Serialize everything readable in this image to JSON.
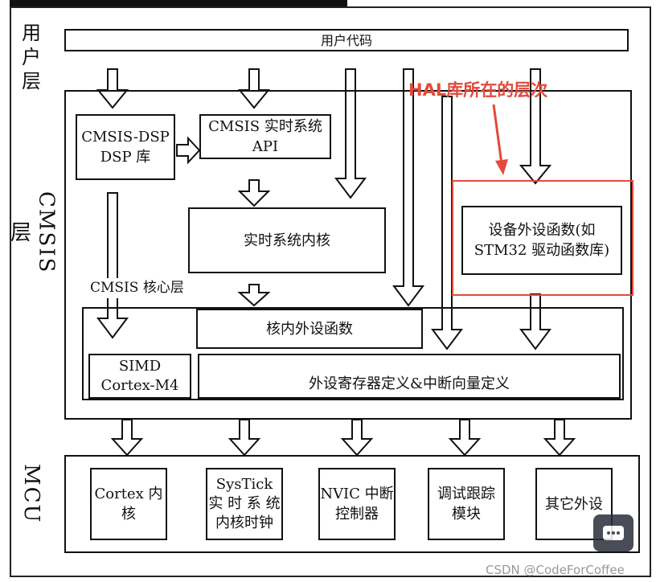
{
  "layers": {
    "user": "用户层",
    "cmsis": "CMSIS层",
    "mcu": "MCU"
  },
  "boxes": {
    "user_code": "用户代码",
    "cmsis_dsp_line1": "CMSIS-DSP",
    "cmsis_dsp_line2": "DSP 库",
    "cmsis_rtos_line1": "CMSIS 实时系统",
    "cmsis_rtos_line2": "API",
    "rtos_kernel": "实时系统内核",
    "device_periph_line1": "设备外设函数(如",
    "device_periph_line2": "STM32 驱动函数库)",
    "core_label": "CMSIS 核心层",
    "core_periph": "核内外设函数",
    "simd_line1": "SIMD",
    "simd_line2": "Cortex-M4",
    "periph_reg": "外设寄存器定义&中断向量定义"
  },
  "mcu": [
    {
      "line1": "Cortex 内",
      "line2": "核",
      "line3": ""
    },
    {
      "line1": "SysTick",
      "line2": "实 时 系 统",
      "line3": "内核时钟"
    },
    {
      "line1": "NVIC 中断",
      "line2": "控制器",
      "line3": ""
    },
    {
      "line1": "调试跟踪",
      "line2": "模块",
      "line3": ""
    },
    {
      "line1": "其它外设",
      "line2": "",
      "line3": ""
    }
  ],
  "annotation": {
    "text": "HAL库所在的层次",
    "color": "#e34a3b"
  },
  "watermark": "CSDN @CodeForCoffee"
}
